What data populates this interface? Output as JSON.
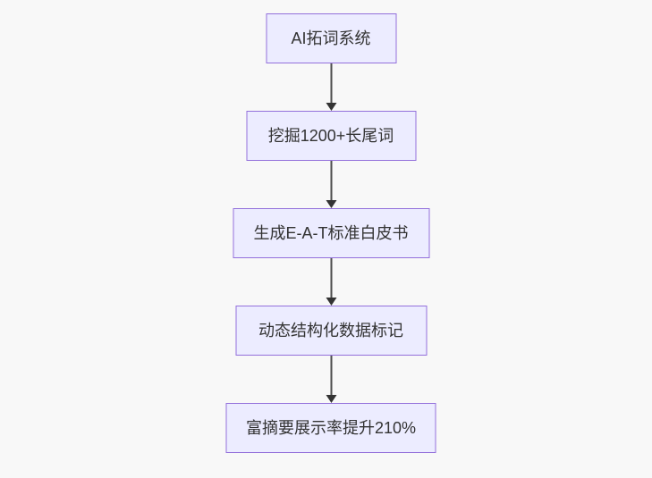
{
  "flowchart": {
    "type": "flowchart-top-down",
    "nodes": [
      {
        "id": "n1",
        "label": "AI拓词系统"
      },
      {
        "id": "n2",
        "label": "挖掘1200+长尾词"
      },
      {
        "id": "n3",
        "label": "生成E-A-T标准白皮书"
      },
      {
        "id": "n4",
        "label": "动态结构化数据标记"
      },
      {
        "id": "n5",
        "label": "富摘要展示率提升210%"
      }
    ],
    "edges": [
      {
        "from": "n1",
        "to": "n2",
        "style": "arrow-down"
      },
      {
        "from": "n2",
        "to": "n3",
        "style": "arrow-down"
      },
      {
        "from": "n3",
        "to": "n4",
        "style": "arrow-down"
      },
      {
        "from": "n4",
        "to": "n5",
        "style": "arrow-down"
      }
    ],
    "colors": {
      "background": "#f8f8f8",
      "node_fill": "#ECECFF",
      "node_border": "#9370DB",
      "text": "#333333",
      "arrow_line": "#4d4d4d",
      "arrow_head": "#333333"
    }
  }
}
